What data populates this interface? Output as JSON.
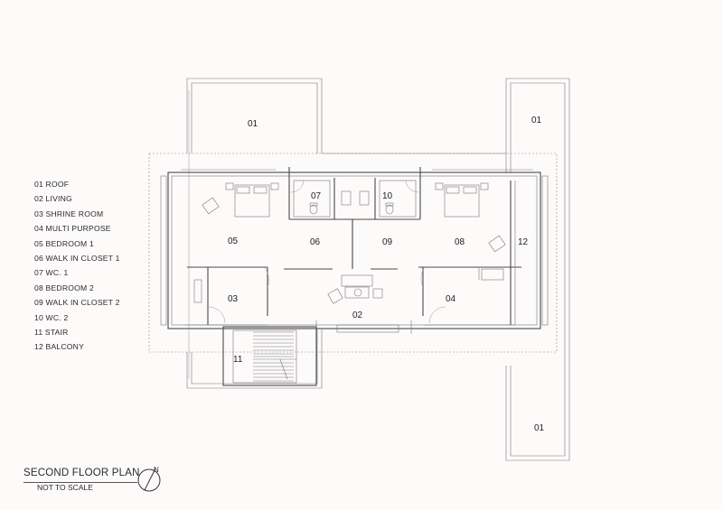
{
  "legend": [
    "01 ROOF",
    "02 LIVING",
    "03 SHRINE ROOM",
    "04 MULTI PURPOSE",
    "05 BEDROOM 1",
    "06 WALK IN CLOSET 1",
    "07 WC. 1",
    "08 BEDROOM 2",
    "09 WALK IN CLOSET 2",
    "10 WC. 2",
    "11 STAIR",
    "12 BALCONY"
  ],
  "room_labels": {
    "roof_top": "01",
    "roof_right": "01",
    "roof_bottom": "01",
    "living": "02",
    "shrine": "03",
    "multipurpose": "04",
    "bedroom1": "05",
    "closet1": "06",
    "wc1": "07",
    "bedroom2": "08",
    "closet2": "09",
    "wc2": "10",
    "stair": "11",
    "balcony": "12"
  },
  "title": "SECOND FLOOR PLAN",
  "subtitle": "NOT TO SCALE",
  "north_label": "N"
}
